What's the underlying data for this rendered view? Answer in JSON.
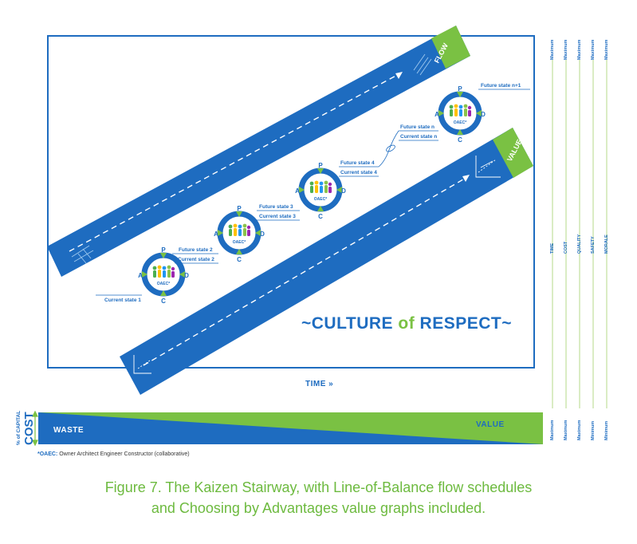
{
  "diagram": {
    "time_label": "TIME »",
    "culture": {
      "prefix": "~CULTURE ",
      "of": "of",
      "suffix": " RESPECT~"
    },
    "flow_label": "FLOW",
    "value_label": "VALUE",
    "oaec_label": "OAEC*",
    "cycle_letters": {
      "p": "P",
      "d": "D",
      "c": "C",
      "a": "A"
    },
    "states": {
      "s1_current": "Current state 1",
      "s1_future": "Future state 2",
      "s2_current": "Current state 2",
      "s2_future": "Future state 3",
      "s3_current": "Current state 3",
      "s3_future": "Future state 4",
      "s4_current": "Current state 4",
      "s4_future": "Future state n",
      "s5_current": "Current state n",
      "s5_future": "Future state n+1"
    }
  },
  "cost_bar": {
    "waste_label": "WASTE",
    "value_label": "VALUE",
    "axis_label": "COST",
    "axis_sublabel": "% of CAPITAL"
  },
  "metrics": [
    {
      "name": "TIME",
      "max": "Maximum",
      "min": "Maximum"
    },
    {
      "name": "COST",
      "max": "Maximum",
      "min": "Maximum"
    },
    {
      "name": "QUALITY",
      "max": "Maximum",
      "min": "Maximum"
    },
    {
      "name": "SAFETY",
      "max": "Maximum",
      "min": "Minimum"
    },
    {
      "name": "MORALE",
      "max": "Maximum",
      "min": "Minimum"
    }
  ],
  "footnote": {
    "term": "*OAEC:",
    "text": " Owner Architect Engineer Constructor (collaborative)"
  },
  "caption": {
    "line1": "Figure 7. The Kaizen Stairway, with Line-of-Balance flow schedules",
    "line2": "and Choosing by Advantages value graphs included."
  },
  "colors": {
    "blue": "#1e6cc0",
    "green": "#7ac143",
    "dark_blue": "#1565b8",
    "people": [
      "#4caf50",
      "#ffc107",
      "#2196f3",
      "#8bc34a",
      "#9c27b0",
      "#e91e63"
    ]
  }
}
